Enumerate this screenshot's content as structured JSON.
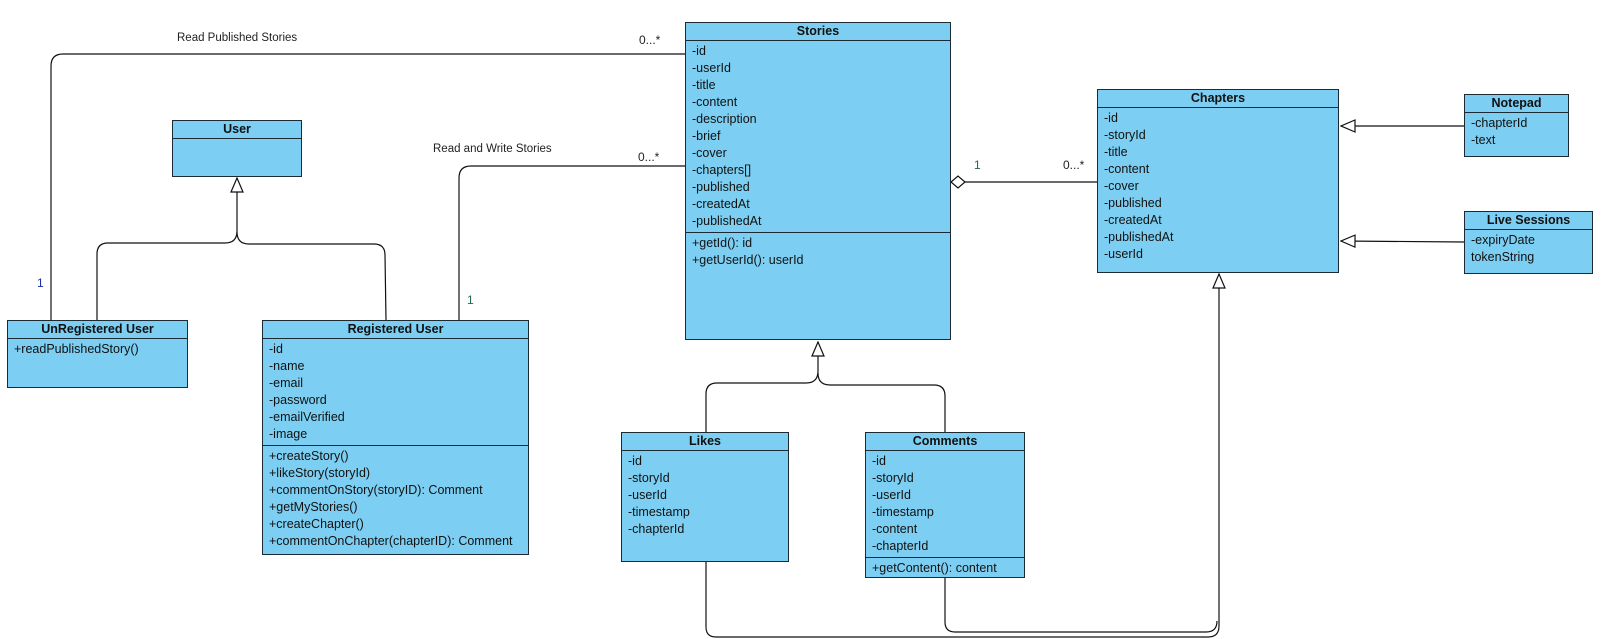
{
  "colors": {
    "class_fill": "#7ccff3",
    "border": "#1c2b33",
    "line": "#111111",
    "multiplicity_blue": "#1a2fa0",
    "multiplicity_green": "#1f6b4a"
  },
  "classes": {
    "user": {
      "name": "User",
      "attributes": [],
      "methods": []
    },
    "unregistered": {
      "name": "UnRegistered User",
      "attributes": [
        "+readPublishedStory()"
      ],
      "methods": []
    },
    "registered": {
      "name": "Registered User",
      "attributes": [
        "-id",
        "-name",
        "-email",
        "-password",
        "-emailVerified",
        "-image"
      ],
      "methods": [
        "+createStory()",
        "+likeStory(storyId)",
        "+commentOnStory(storyID): Comment",
        "+getMyStories()",
        "+createChapter()",
        "+commentOnChapter(chapterID): Comment"
      ]
    },
    "stories": {
      "name": "Stories",
      "attributes": [
        "-id",
        "-userId",
        "-title",
        "-content",
        "-description",
        "-brief",
        "-cover",
        "-chapters[]",
        "-published",
        "-createdAt",
        "-publishedAt"
      ],
      "methods": [
        "+getId(): id",
        "+getUserId(): userId"
      ]
    },
    "chapters": {
      "name": "Chapters",
      "attributes": [
        "-id",
        "-storyId",
        "-title",
        "-content",
        "-cover",
        "-published",
        "-createdAt",
        "-publishedAt",
        "-userId"
      ],
      "methods": []
    },
    "notepad": {
      "name": "Notepad",
      "attributes": [
        "-chapterId",
        "-text"
      ],
      "methods": []
    },
    "live": {
      "name": "Live Sessions",
      "attributes": [
        "-expiryDate",
        "tokenString"
      ],
      "methods": []
    },
    "likes": {
      "name": "Likes",
      "attributes": [
        "-id",
        "-storyId",
        "-userId",
        "-timestamp",
        "-chapterId"
      ],
      "methods": []
    },
    "comments": {
      "name": "Comments",
      "attributes": [
        "-id",
        "-storyId",
        "-userId",
        "-timestamp",
        "-content",
        "-chapterId"
      ],
      "methods": [
        "+getContent(): content"
      ]
    }
  },
  "associations": {
    "read_published": {
      "label": "Read Published Stories",
      "source_mult": "1",
      "target_mult": "0...*"
    },
    "read_write": {
      "label": "Read and Write Stories",
      "source_mult": "1",
      "target_mult": "0...*"
    },
    "story_chapters": {
      "source_mult": "1",
      "target_mult": "0...*"
    }
  }
}
